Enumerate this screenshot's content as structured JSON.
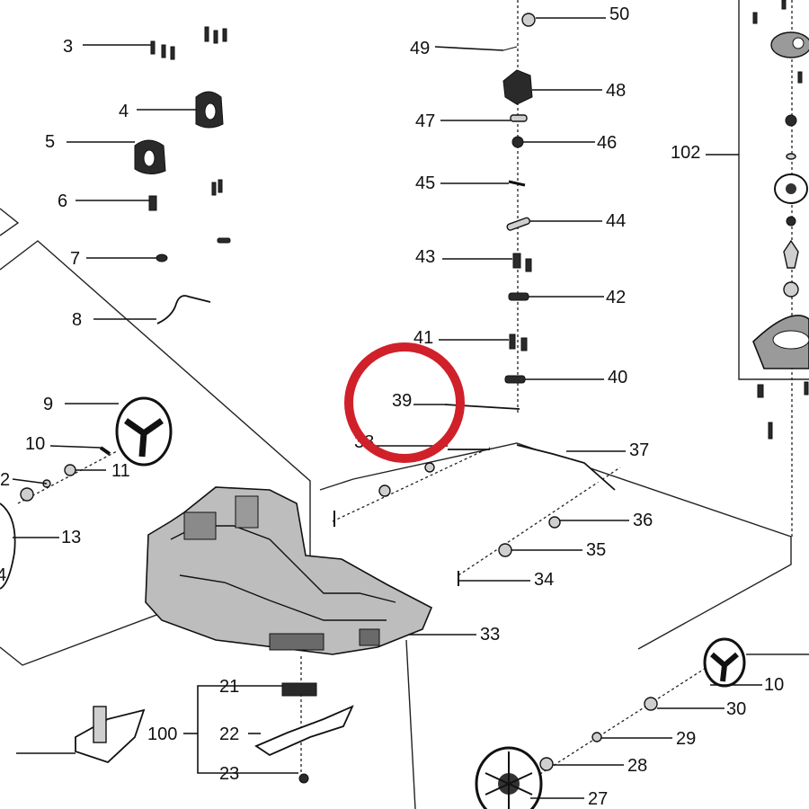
{
  "diagram": {
    "highlight_color": "#d0202a",
    "callouts": {
      "c3": "3",
      "c4": "4",
      "c5": "5",
      "c6": "6",
      "c7": "7",
      "c8": "8",
      "c9": "9",
      "c10a": "10",
      "c11": "11",
      "c2": "2",
      "c13": "13",
      "c4b": "4",
      "c21": "21",
      "c22": "22",
      "c23": "23",
      "c100": "100",
      "c33": "33",
      "c49": "49",
      "c50": "50",
      "c48": "48",
      "c47": "47",
      "c46": "46",
      "c45": "45",
      "c44": "44",
      "c43": "43",
      "c42": "42",
      "c41": "41",
      "c40": "40",
      "c39": "39",
      "c38": "38",
      "c37": "37",
      "c36": "36",
      "c35": "35",
      "c34": "34",
      "c102": "102",
      "c10b": "10",
      "c30": "30",
      "c29": "29",
      "c28": "28",
      "c27": "27"
    }
  }
}
